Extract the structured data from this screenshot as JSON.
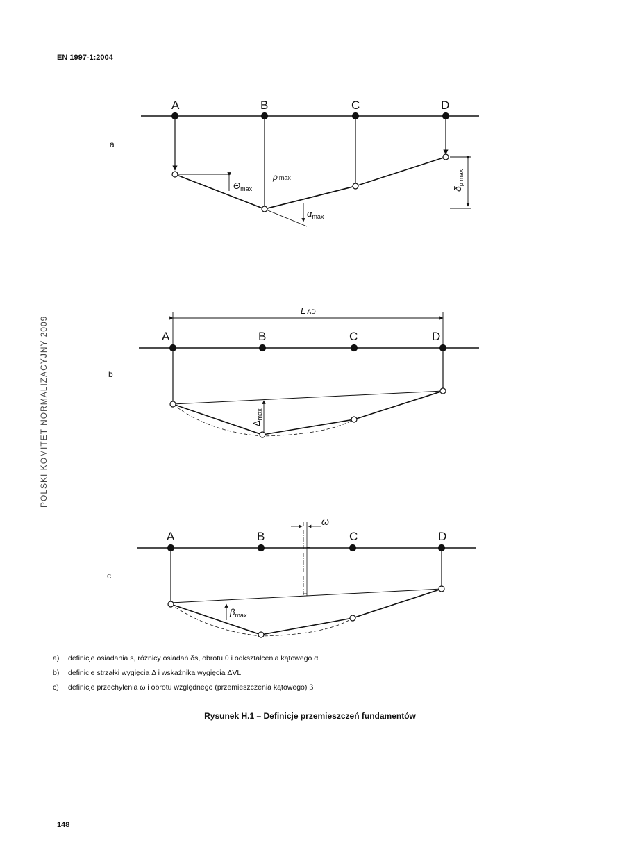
{
  "header": "EN 1997-1:2004",
  "page_number": "148",
  "sidebar_text": "POLSKI KOMITET NORMALIZACYJNY 2009",
  "diagrams": {
    "a": {
      "label": "a",
      "points": [
        "A",
        "B",
        "C",
        "D"
      ],
      "theta": "Θ",
      "rho": "ρ",
      "alpha": "α",
      "delta": "δ",
      "max_sub": "max",
      "delta_sub": "p max"
    },
    "b": {
      "label": "b",
      "points": [
        "A",
        "B",
        "C",
        "D"
      ],
      "length": "L",
      "length_sub": "AD",
      "Delta": "Δ",
      "max_sub": "max"
    },
    "c": {
      "label": "c",
      "points": [
        "A",
        "B",
        "C",
        "D"
      ],
      "omega": "ω",
      "beta": "β",
      "max_sub": "max"
    }
  },
  "captions": [
    {
      "key": "a)",
      "text": "definicje osiadania s, różnicy osiadań δs, obrotu θ i odkształcenia kątowego α"
    },
    {
      "key": "b)",
      "text": "definicje strzałki wygięcia Δ i wskaźnika wygięcia ΔVL"
    },
    {
      "key": "c)",
      "text": "definicje przechylenia ω i obrotu względnego (przemieszczenia kątowego) β"
    }
  ],
  "figure_title": "Rysunek H.1 – Definicje przemieszczeń fundamentów"
}
